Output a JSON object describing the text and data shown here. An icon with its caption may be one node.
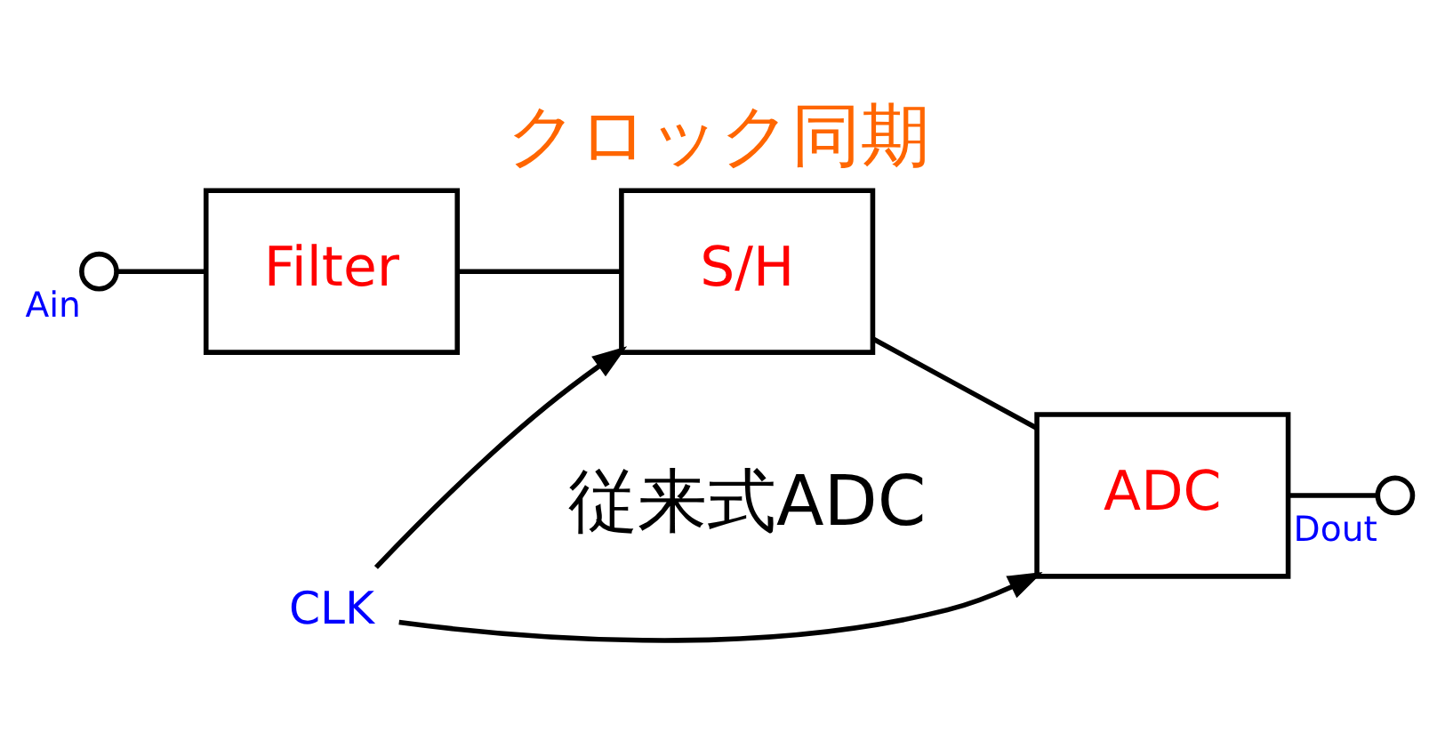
{
  "diagram": {
    "title": "クロック同期",
    "caption": "従来式ADC",
    "nodes": [
      {
        "text": [],
        "shape": "circle",
        "beside": [
          "Ain"
        ]
      },
      {
        "text": [
          "Filter"
        ]
      },
      {
        "text": [
          "S/H"
        ]
      },
      {
        "text": [
          "ADC"
        ]
      },
      {
        "text": [],
        "shape": "circle",
        "beside": [
          "Dout"
        ]
      },
      {
        "text": [
          "CLK"
        ]
      }
    ],
    "edges": [
      {
        "from": 0,
        "to": 1,
        "arrow": "none"
      },
      {
        "from": 1,
        "to": 2,
        "arrow": "none"
      },
      {
        "from": 2,
        "to": 3,
        "arrow": "none"
      },
      {
        "from": 3,
        "to": 4,
        "arrow": "none"
      },
      {
        "from": 5,
        "to": 2,
        "arrow": "to"
      },
      {
        "from": 5,
        "to": 3,
        "arrow": "to"
      }
    ]
  }
}
